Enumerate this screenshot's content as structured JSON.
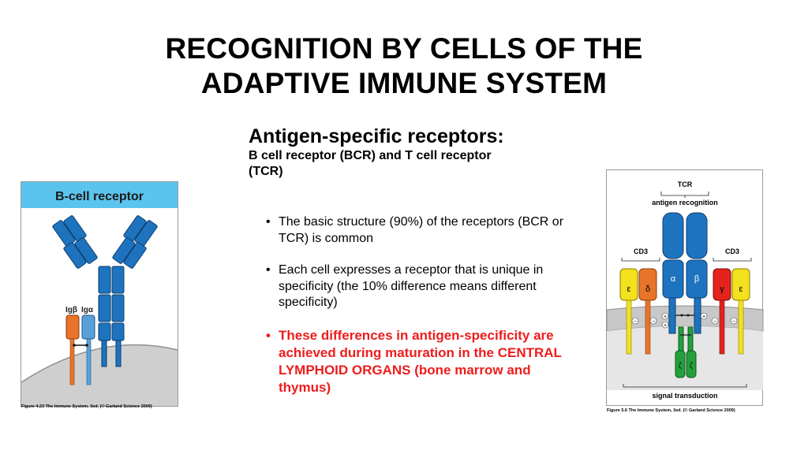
{
  "slide": {
    "title_line1": "RECOGNITION BY CELLS OF THE",
    "title_line2": "ADAPTIVE IMMUNE SYSTEM",
    "heading": "Antigen-specific receptors:",
    "subheading": "B cell receptor (BCR) and T cell receptor (TCR)",
    "bullets": [
      "The basic structure (90%) of the receptors (BCR or TCR) is common",
      "Each cell expresses a receptor that is unique in specificity (the 10% difference means different specificity)",
      "These differences in antigen-specificity are achieved during maturation in the CENTRAL LYMPHOID ORGANS (bone marrow and thymus)"
    ]
  },
  "bcell_figure": {
    "header": "B-cell receptor",
    "label_igb": "Igβ",
    "label_iga": "Igα",
    "caption": "Figure 4.23 The Immune System, 3ed. (© Garland Science 2009)"
  },
  "tcr_figure": {
    "top_label": "TCR",
    "antigen_label": "antigen recognition",
    "cd3_left": "CD3",
    "cd3_right": "CD3",
    "alpha": "α",
    "beta": "β",
    "epsilon_left": "ε",
    "delta": "δ",
    "gamma": "γ",
    "epsilon_right": "ε",
    "zeta1": "ζ",
    "zeta2": "ζ",
    "signal_label": "signal transduction",
    "caption": "Figure 5.6 The Immune System, 3ed. (© Garland Science 2009)"
  },
  "colors": {
    "heavy_chain": "#1e73be",
    "header_bar": "#5bc4ee",
    "membrane": "#c8c8c8",
    "orange": "#e8742a",
    "light_blue": "#5aa0d8",
    "yellow": "#f4e11e",
    "red": "#e3231c",
    "green": "#23a03c",
    "bullet_highlight": "#ee1c1c"
  }
}
